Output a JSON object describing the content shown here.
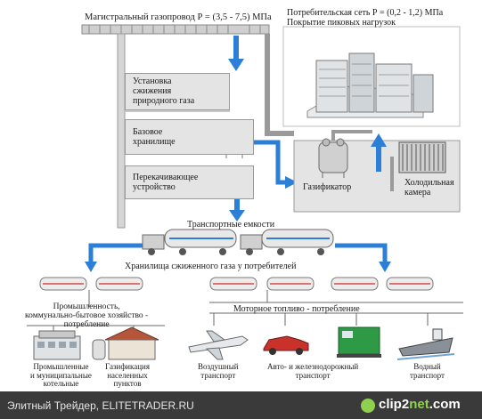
{
  "diagram": {
    "main_pipeline": "Магистральный газопровод Р = (3,5 - 7,5) МПа",
    "consumer_network": "Потребительская сеть Р = (0,2 - 1,2) МПа",
    "peak_loads": "Покрытие пиковых нагрузок",
    "liquefaction_unit": "Установка\nсжижения\nприродного газа",
    "base_storage": "Базовое\nхранилище",
    "pumping_device": "Перекачивающее\nустройство",
    "gasifier": "Газификатор",
    "cold_chamber": "Холодильная\nкамера",
    "transport_tanks": "Транспортные емкости",
    "consumer_storage": "Хранилища сжиженного газа у потребителей",
    "industry_header": "Промышленность,\nкоммунально-бытовое хозяйство -\nпотребление",
    "motor_fuel_header": "Моторное топливо - потребление",
    "industrial_boilers": "Промышленные\nи муниципальные\nкотельные",
    "gasification_settlements": "Газификация\nнаселенных\nпунктов",
    "air_transport": "Воздушный\nтранспорт",
    "auto_rail_transport": "Авто- и железнодорожный\nтранспорт",
    "water_transport": "Водный\nтранспорт"
  },
  "footer": {
    "caption": "Элитный Трейдер, ELITETRADER.RU",
    "logo_prefix": "clip2",
    "logo_suffix": "net",
    "logo_tld": ".com"
  },
  "colors": {
    "arrow": "#2b7fd6",
    "pipe": "#9a9a9a",
    "panel": "#e4e4e4"
  }
}
